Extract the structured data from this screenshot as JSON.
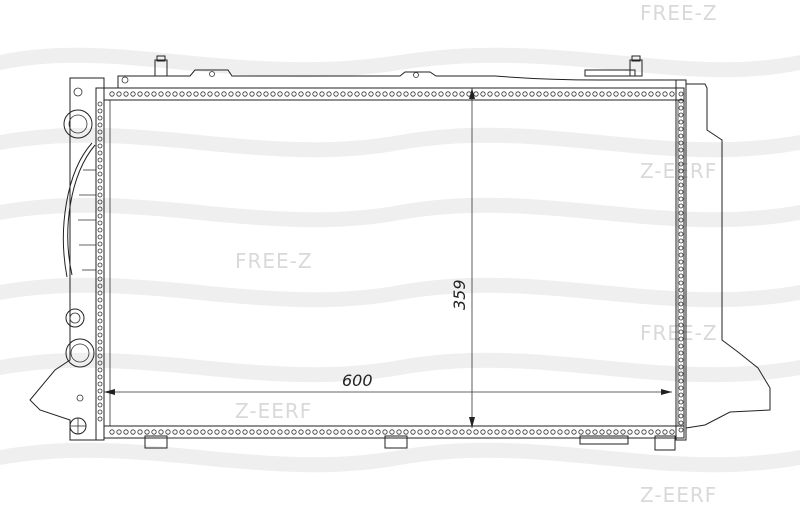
{
  "watermark": {
    "brand": "FREE-Z",
    "brand_mirrored": "Z-EERF"
  },
  "dimensions": {
    "width_label": "600",
    "height_label": "359"
  },
  "colors": {
    "line": "#222222",
    "watermark": "#d9d9d9",
    "wave": "#eeeeee"
  }
}
